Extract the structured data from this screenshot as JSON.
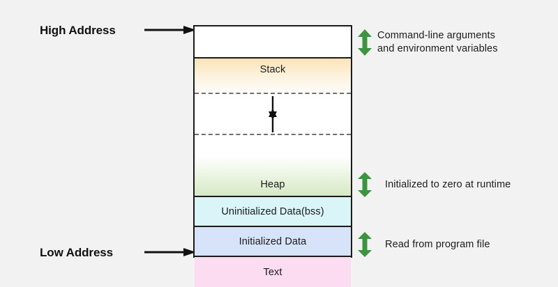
{
  "background_color": "#f2f2f2",
  "accent_colors": {
    "annotation_arrow_green": "#3d9440",
    "box_border": "#1a1a1a",
    "dashed_separator": "#6f6f6f",
    "stack_gradient_top": "#fbe3b8",
    "heap_gradient_bottom": "#d6e9c7",
    "bss_fill": "#d9f5f7",
    "initialized_data_fill": "#d7e3f8",
    "text_segment_fill": "#fbdcf1"
  },
  "left_labels": {
    "high_address": "High Address",
    "low_address": "Low Address"
  },
  "segments": [
    {
      "id": "args",
      "label": ""
    },
    {
      "id": "stack",
      "label": "Stack"
    },
    {
      "id": "free",
      "label": ""
    },
    {
      "id": "heap",
      "label": "Heap"
    },
    {
      "id": "bss",
      "label": "Uninitialized Data(bss)"
    },
    {
      "id": "initialized",
      "label": "Initialized Data"
    },
    {
      "id": "text",
      "label": "Text"
    }
  ],
  "annotations": [
    {
      "id": "args",
      "text": "Command-line arguments\nand environment variables"
    },
    {
      "id": "bss",
      "text": "Initialized to zero at runtime"
    },
    {
      "id": "text",
      "text": "Read from program file"
    }
  ],
  "icons": {
    "high_address_arrow": "arrow-right-icon",
    "low_address_arrow": "arrow-right-icon",
    "stack_grow_arrow": "arrow-down-icon",
    "heap_grow_arrow": "arrow-up-icon",
    "annotation_arrow": "arrow-up-down-icon"
  }
}
